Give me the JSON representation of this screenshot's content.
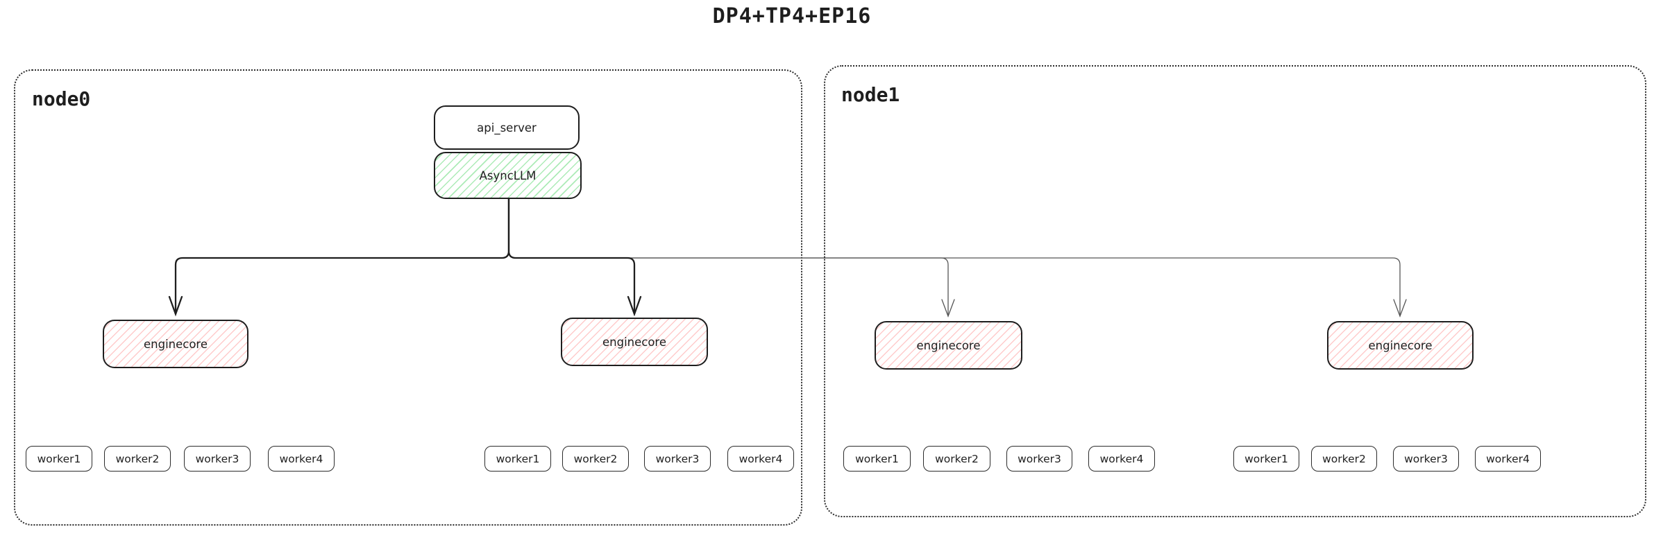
{
  "title": "DP4+TP4+EP16",
  "nodes": {
    "node0": {
      "label": "node0"
    },
    "node1": {
      "label": "node1"
    }
  },
  "stack": {
    "api_server": "api_server",
    "async_llm": "AsyncLLM"
  },
  "groups": [
    {
      "engine": "enginecore",
      "workers": [
        "worker1",
        "worker2",
        "worker3",
        "worker4"
      ]
    },
    {
      "engine": "enginecore",
      "workers": [
        "worker1",
        "worker2",
        "worker3",
        "worker4"
      ]
    },
    {
      "engine": "enginecore",
      "workers": [
        "worker1",
        "worker2",
        "worker3",
        "worker4"
      ]
    },
    {
      "engine": "enginecore",
      "workers": [
        "worker1",
        "worker2",
        "worker3",
        "worker4"
      ]
    }
  ],
  "colors": {
    "stroke": "#1e1e1e",
    "green_hatch": "#69db7c",
    "red_hatch": "#ff7676",
    "thin_connector": "#555555"
  }
}
